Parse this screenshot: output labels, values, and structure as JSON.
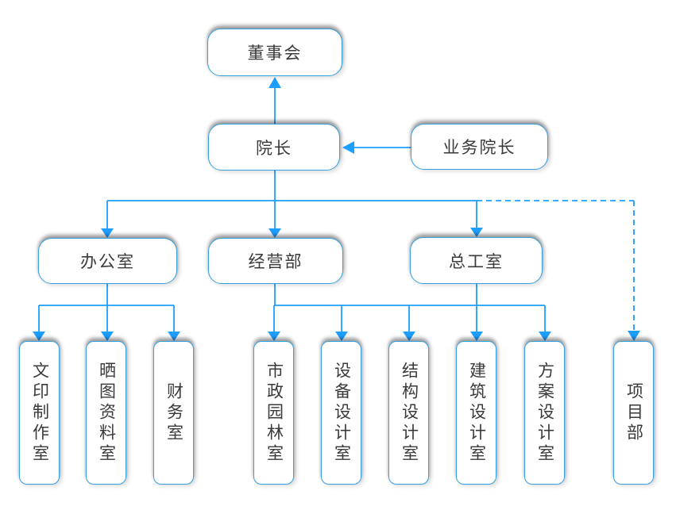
{
  "diagram": {
    "type": "org-chart",
    "colors": {
      "line": "#1e9eff",
      "box_border": "#35a3e3",
      "box_fill": "#ffffff",
      "text": "#3a3a3a"
    },
    "nodes": {
      "board": {
        "label": "董事会"
      },
      "president": {
        "label": "院长"
      },
      "business_president": {
        "label": "业务院长"
      },
      "office": {
        "label": "办公室"
      },
      "operations_dept": {
        "label": "经营部"
      },
      "chief_engineer_office": {
        "label": "总工室"
      },
      "printing_room": {
        "label": "文印制作室"
      },
      "blueprint_archive_room": {
        "label": "晒图资料室"
      },
      "finance_room": {
        "label": "财务室"
      },
      "municipal_landscape_room": {
        "label": "市政园林室"
      },
      "equipment_design_room": {
        "label": "设备设计室"
      },
      "structure_design_room": {
        "label": "结构设计室"
      },
      "architecture_design_room": {
        "label": "建筑设计室"
      },
      "scheme_design_room": {
        "label": "方案设计室"
      },
      "project_dept": {
        "label": "项目部"
      }
    },
    "edges": [
      {
        "from": "president",
        "to": "board",
        "style": "solid",
        "arrow": "to"
      },
      {
        "from": "business_president",
        "to": "president",
        "style": "solid",
        "arrow": "to"
      },
      {
        "from": "president",
        "to": "office",
        "style": "solid",
        "arrow": "to"
      },
      {
        "from": "president",
        "to": "operations_dept",
        "style": "solid",
        "arrow": "to"
      },
      {
        "from": "president",
        "to": "chief_engineer_office",
        "style": "solid",
        "arrow": "to"
      },
      {
        "from": "president",
        "to": "project_dept",
        "style": "dashed",
        "arrow": "to"
      },
      {
        "from": "office",
        "to": "printing_room",
        "style": "solid",
        "arrow": "to"
      },
      {
        "from": "office",
        "to": "blueprint_archive_room",
        "style": "solid",
        "arrow": "to"
      },
      {
        "from": "office",
        "to": "finance_room",
        "style": "solid",
        "arrow": "to"
      },
      {
        "from": [
          "operations_dept",
          "chief_engineer_office"
        ],
        "to": "municipal_landscape_room",
        "style": "solid",
        "arrow": "to"
      },
      {
        "from": [
          "operations_dept",
          "chief_engineer_office"
        ],
        "to": "equipment_design_room",
        "style": "solid",
        "arrow": "to"
      },
      {
        "from": [
          "operations_dept",
          "chief_engineer_office"
        ],
        "to": "structure_design_room",
        "style": "solid",
        "arrow": "to"
      },
      {
        "from": [
          "operations_dept",
          "chief_engineer_office"
        ],
        "to": "architecture_design_room",
        "style": "solid",
        "arrow": "to"
      },
      {
        "from": [
          "operations_dept",
          "chief_engineer_office"
        ],
        "to": "scheme_design_room",
        "style": "solid",
        "arrow": "to"
      }
    ]
  }
}
